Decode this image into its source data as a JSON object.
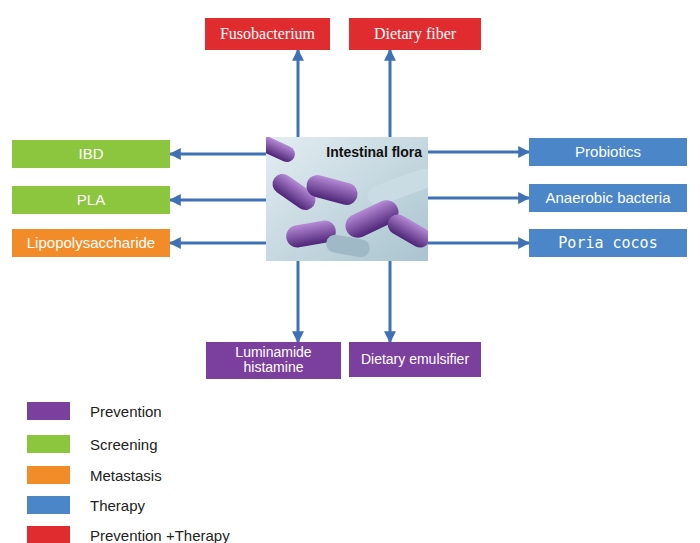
{
  "diagram": {
    "nodes": [
      {
        "text": [
          "Fusobacterium"
        ]
      },
      {
        "text": [
          "Dietary fiber"
        ]
      },
      {
        "text": [
          "IBD"
        ]
      },
      {
        "text": [
          "Intestinal flora"
        ]
      },
      {
        "text": [
          "Probiotics"
        ]
      },
      {
        "text": [
          "PLA"
        ]
      },
      {
        "text": [
          "Anaerobic bacteria"
        ]
      },
      {
        "text": [
          "Lipopolysaccharide"
        ]
      },
      {
        "text": [
          "Poria cocos"
        ]
      },
      {
        "text": [
          "Luminamide histamine"
        ]
      },
      {
        "text": [
          "Dietary emulsifier"
        ]
      }
    ],
    "edges": [
      {
        "from": 3,
        "to": 0,
        "arrow": "to"
      },
      {
        "from": 3,
        "to": 1,
        "arrow": "to"
      },
      {
        "from": 3,
        "to": 2,
        "arrow": "to"
      },
      {
        "from": 3,
        "to": 5,
        "arrow": "to"
      },
      {
        "from": 3,
        "to": 7,
        "arrow": "to"
      },
      {
        "from": 3,
        "to": 4,
        "arrow": "to"
      },
      {
        "from": 3,
        "to": 6,
        "arrow": "to"
      },
      {
        "from": 3,
        "to": 8,
        "arrow": "to"
      },
      {
        "from": 3,
        "to": 9,
        "arrow": "to"
      },
      {
        "from": 3,
        "to": 10,
        "arrow": "to"
      }
    ],
    "legend": [
      {
        "text": "Prevention",
        "color": "#7b3f9e"
      },
      {
        "text": "Screening",
        "color": "#8cc63f"
      },
      {
        "text": "Metastasis",
        "color": "#f28c28"
      },
      {
        "text": "Therapy",
        "color": "#4a86c8"
      },
      {
        "text": "Prevention +Therapy",
        "color": "#e02b2f"
      }
    ]
  }
}
